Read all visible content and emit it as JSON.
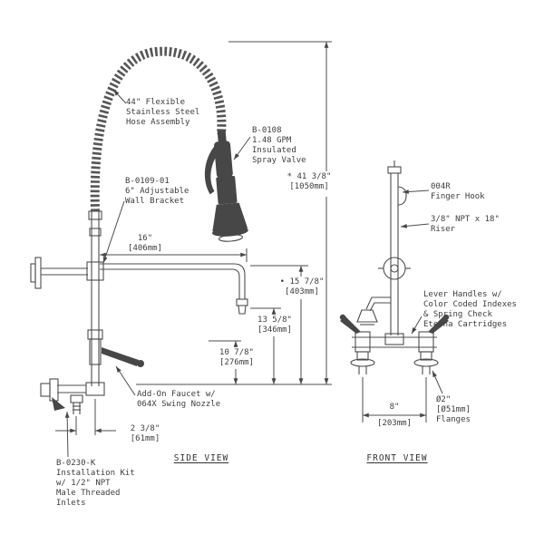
{
  "drawing": {
    "side_view": {
      "title": "SIDE VIEW",
      "labels": {
        "hose": [
          "44\" Flexible",
          "Stainless Steel",
          "Hose Assembly"
        ],
        "spray_valve": [
          "B-0108",
          "1.48 GPM",
          "Insulated",
          "Spray Valve"
        ],
        "wall_bracket": [
          "B-0109-01",
          "6\" Adjustable",
          "Wall Bracket"
        ],
        "addon_faucet": [
          "Add-On Faucet w/",
          "064X Swing Nozzle"
        ],
        "install_kit": [
          "B-0230-K",
          "Installation Kit",
          "w/ 1/2\" NPT",
          "Male Threaded",
          "Inlets"
        ]
      },
      "dims": {
        "spout_reach": [
          "16\"",
          "[406mm]"
        ],
        "overall_height": [
          "* 41 3/8\"",
          "[1050mm]"
        ],
        "spout_height": [
          "• 15 7/8\"",
          "[403mm]"
        ],
        "nozzle_height": [
          "13 5/8\"",
          "[346mm]"
        ],
        "faucet_height": [
          "10 7/8\"",
          "[276mm]"
        ],
        "inlet_offset": [
          "2 3/8\"",
          "[61mm]"
        ]
      }
    },
    "front_view": {
      "title": "FRONT VIEW",
      "labels": {
        "finger_hook": [
          "004R",
          "Finger Hook"
        ],
        "riser": [
          "3/8\" NPT x 18\"",
          "Riser"
        ],
        "lever_handles": [
          "Lever Handles w/",
          "Color Coded Indexes",
          "& Spring Check",
          "Eterna Cartridges"
        ],
        "flanges": [
          "Ø2\"",
          "[Ø51mm]",
          "Flanges"
        ]
      },
      "dims": {
        "center_spread": [
          "8\"",
          "[203mm]"
        ]
      }
    }
  }
}
